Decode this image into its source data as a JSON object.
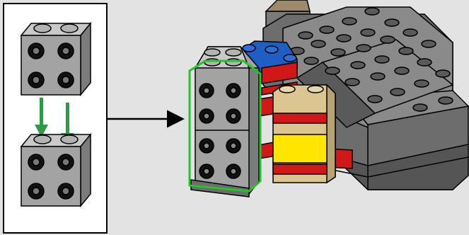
{
  "step": {
    "callout": {
      "sub_assembly": {
        "part": "brick-1x2-two-sided",
        "quantity": 2,
        "action": "stack"
      },
      "motion_arrows": 2
    },
    "placement_arrow": true,
    "highlighted_part": "stacked-bricks-1x2",
    "colors": {
      "background": "#e3e3e3",
      "callout_panel": "#ffffff",
      "callout_border": "#000000",
      "brick_gray": "#a3a3a3",
      "dark_gray": "#6d6d6d",
      "blue": "#1f5fc4",
      "red": "#d01818",
      "yellow": "#ffe600",
      "tan": "#dbc591",
      "highlight": "#22c52a",
      "arrow_green": "#2e9a48"
    }
  }
}
